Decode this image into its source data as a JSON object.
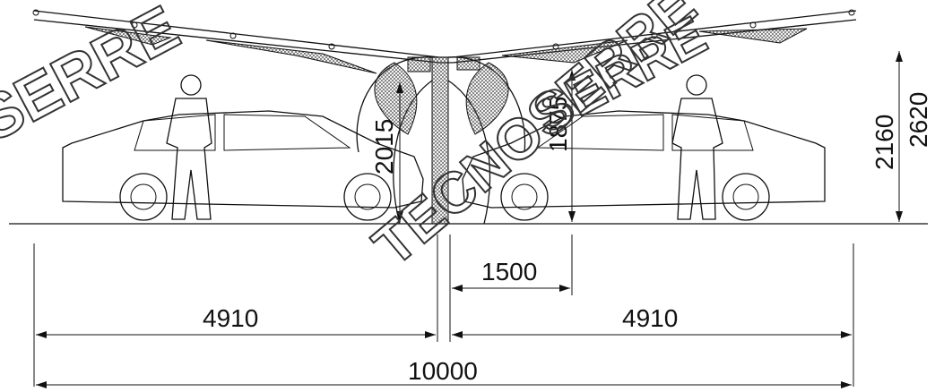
{
  "dimensions": {
    "left_span": "4910",
    "right_span": "4910",
    "total_span": "10000",
    "offset": "1500",
    "left_height": "2015",
    "center_height": "1875",
    "eave_height": "2160",
    "top_height": "2620"
  },
  "watermark": {
    "left": "SERRE",
    "center_top": "SERRE",
    "center": "TECNOSERRE"
  },
  "colors": {
    "line": "#111111",
    "background": "#ffffff",
    "watermark_stroke": "#333333"
  }
}
